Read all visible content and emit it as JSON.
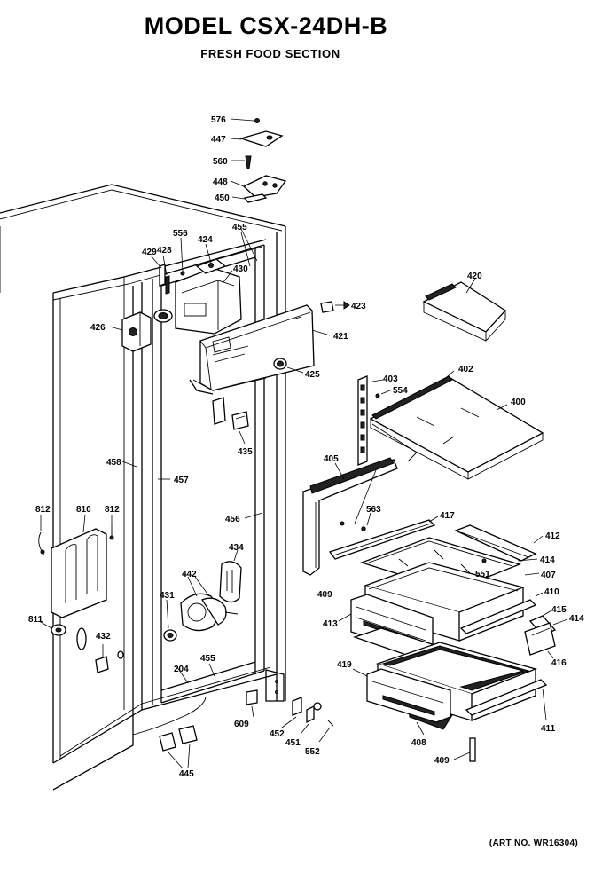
{
  "header": {
    "title": "MODEL CSX-24DH-B",
    "subtitle": "FRESH FOOD SECTION",
    "top_ref": "... ... ..."
  },
  "footer": {
    "art_no": "(ART NO. WR16304)"
  },
  "parts": {
    "p576": "576",
    "p447": "447",
    "p560": "560",
    "p448": "448",
    "p450": "450",
    "p429": "429",
    "p428": "428",
    "p556": "556",
    "p424": "424",
    "p455a": "455",
    "p430": "430",
    "p426": "426",
    "p423": "423",
    "p421": "421",
    "p425": "425",
    "p420": "420",
    "p403": "403",
    "p554": "554",
    "p402": "402",
    "p400": "400",
    "p435": "435",
    "p458": "458",
    "p457": "457",
    "p405": "405",
    "p563": "563",
    "p417": "417",
    "p412": "412",
    "p812a": "812",
    "p810": "810",
    "p812b": "812",
    "p456": "456",
    "p434": "434",
    "p414a": "414",
    "p551": "551",
    "p407": "407",
    "p442": "442",
    "p409a": "409",
    "p410": "410",
    "p415": "415",
    "p414b": "414",
    "p413": "413",
    "p431": "431",
    "p811": "811",
    "p432": "432",
    "p416": "416",
    "p419": "419",
    "p204": "204",
    "p455b": "455",
    "p609": "609",
    "p452": "452",
    "p451": "451",
    "p552": "552",
    "p408": "408",
    "p411": "411",
    "p409b": "409",
    "p445": "445"
  }
}
